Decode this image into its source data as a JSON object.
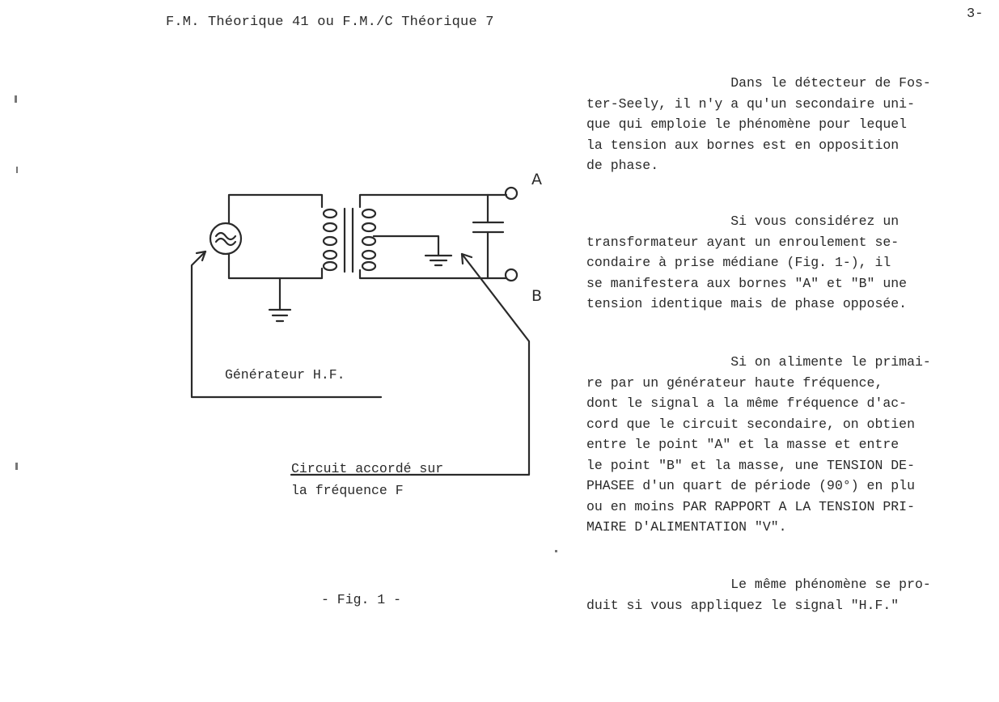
{
  "header": {
    "title": "F.M. Théorique 41  ou  F.M./C Théorique 7",
    "page_number": "3-"
  },
  "figure": {
    "label_a": "A",
    "label_b": "B",
    "generator_label": "Générateur H.F.",
    "circuit_label_line1": "Circuit accordé sur",
    "circuit_label_line2": "la fréquence F",
    "caption": "- Fig. 1 -"
  },
  "paragraphs": {
    "p1": "                  Dans le détecteur de Fos-\nter-Seely, il n'y a qu'un secondaire uni-\nque qui emploie le phénomène pour lequel\nla tension aux bornes est en opposition\nde phase.",
    "p2": "                  Si vous considérez un\ntransformateur ayant un enroulement se-\ncondaire à prise médiane (Fig. 1-), il\nse manifestera aux bornes \"A\" et \"B\" une\ntension identique mais de phase opposée.",
    "p3": "                  Si on alimente le primai-\nre par un générateur haute fréquence,\ndont le signal a la même fréquence d'ac-\ncord que le circuit secondaire, on obtien\nentre le point \"A\" et la masse et entre\nle point \"B\" et la masse, une TENSION DE-\nPHASEE d'un quart de période (90°) en plu\nou en moins PAR RAPPORT A LA TENSION PRI-\nMAIRE D'ALIMENTATION \"V\".",
    "p4": "                  Le même phénomène se pro-\nduit si vous appliquez le signal \"H.F.\""
  }
}
